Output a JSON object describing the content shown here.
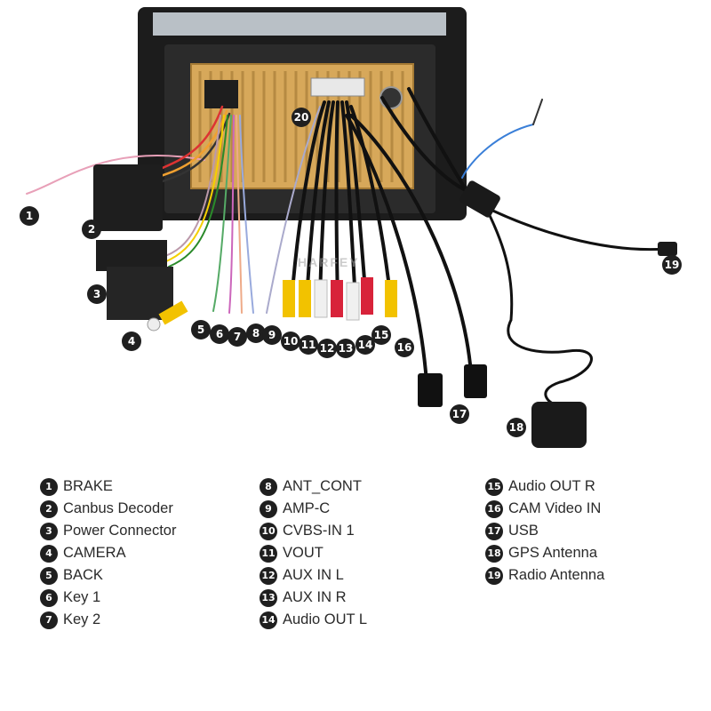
{
  "watermark": "HARFEY",
  "legend": [
    {
      "num": "1",
      "label": "BRAKE"
    },
    {
      "num": "2",
      "label": "Canbus Decoder"
    },
    {
      "num": "3",
      "label": "Power Connector"
    },
    {
      "num": "4",
      "label": "CAMERA"
    },
    {
      "num": "5",
      "label": "BACK"
    },
    {
      "num": "6",
      "label": "Key 1"
    },
    {
      "num": "7",
      "label": "Key 2"
    },
    {
      "num": "8",
      "label": "ANT_CONT"
    },
    {
      "num": "9",
      "label": "AMP-C"
    },
    {
      "num": "10",
      "label": "CVBS-IN 1"
    },
    {
      "num": "11",
      "label": "VOUT"
    },
    {
      "num": "12",
      "label": "AUX IN L"
    },
    {
      "num": "13",
      "label": "AUX IN R"
    },
    {
      "num": "14",
      "label": "Audio OUT L"
    },
    {
      "num": "15",
      "label": "Audio OUT R"
    },
    {
      "num": "16",
      "label": "CAM Video IN"
    },
    {
      "num": "17",
      "label": "USB"
    },
    {
      "num": "18",
      "label": "GPS Antenna"
    },
    {
      "num": "19",
      "label": "Radio Antenna"
    },
    {
      "num": "20",
      "label": ""
    }
  ],
  "colors": {
    "chassis": "#1a1a1a",
    "heatsink": "#d7a85a",
    "rca_yellow": "#f2c200",
    "rca_white": "#f0f0f0",
    "rca_red": "#d8233a",
    "cable": "#111111"
  }
}
